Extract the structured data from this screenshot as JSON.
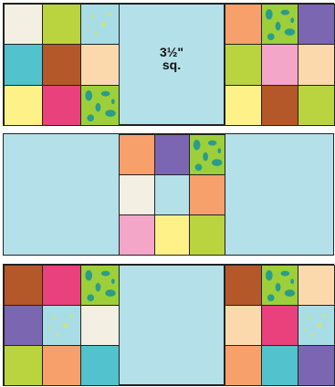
{
  "diagram": {
    "label_line1": "3½\"",
    "label_line2": "sq."
  },
  "fabric_colors": {
    "cream": "#f3efe2",
    "lime": "#b9d43f",
    "print": "#9ccf3a",
    "speck": "#a8dde6",
    "teal": "#52c2cc",
    "rust": "#b4582a",
    "peach": "#fcd9ad",
    "yellow": "#fdf188",
    "magenta": "#e8417b",
    "orange": "#f7a06b",
    "purple": "#7b66b2",
    "pink": "#f4a6c8",
    "lightblue": "#b3e0e9"
  },
  "rows": [
    {
      "left_cluster": [
        [
          "cream",
          "lime",
          "speck"
        ],
        [
          "teal",
          "rust",
          "peach"
        ],
        [
          "yellow",
          "magenta",
          "print"
        ]
      ],
      "right_cluster": [
        [
          "orange",
          "print",
          "purple"
        ],
        [
          "lime",
          "pink",
          "peach"
        ],
        [
          "yellow",
          "rust",
          "lime"
        ]
      ]
    },
    {
      "center_cluster": [
        [
          "orange",
          "purple",
          "print"
        ],
        [
          "cream",
          "lightblue",
          "orange"
        ],
        [
          "pink",
          "yellow",
          "lime"
        ]
      ]
    },
    {
      "left_cluster": [
        [
          "rust",
          "magenta",
          "print"
        ],
        [
          "purple",
          "speck",
          "cream"
        ],
        [
          "lime",
          "orange",
          "teal"
        ]
      ],
      "right_cluster": [
        [
          "rust",
          "print",
          "peach"
        ],
        [
          "peach",
          "magenta",
          "speck"
        ],
        [
          "orange",
          "teal",
          "purple"
        ]
      ]
    }
  ]
}
